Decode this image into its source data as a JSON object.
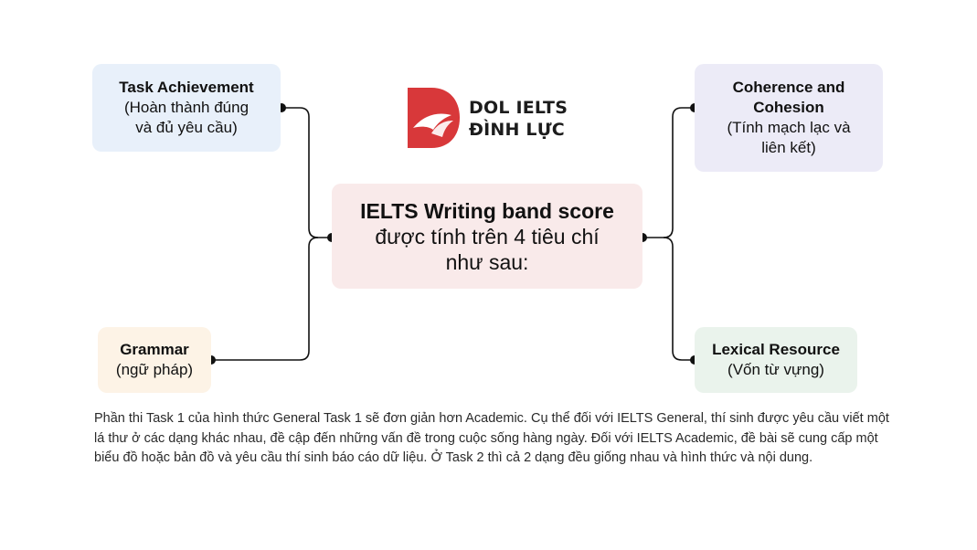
{
  "center": {
    "line1": "IELTS Writing band score",
    "line2": "được tính trên 4 tiêu chí",
    "line3": "như sau:"
  },
  "nodes": {
    "task_achievement": {
      "title": "Task Achievement",
      "sub1": "(Hoàn thành đúng",
      "sub2": "và đủ yêu cầu)"
    },
    "coherence": {
      "title1": "Coherence and",
      "title2": "Cohesion",
      "sub1": "(Tính mạch lạc và",
      "sub2": "liên kết)"
    },
    "grammar": {
      "title": "Grammar",
      "sub": "(ngữ pháp)"
    },
    "lexical": {
      "title": "Lexical Resource",
      "sub": "(Vốn từ vựng)"
    }
  },
  "logo": {
    "line1": "DOL IELTS",
    "line2": "ĐÌNH LỰC",
    "color": "#d8383a"
  },
  "caption": "Phần thi Task 1 của hình thức General Task 1 sẽ đơn giản hơn Academic. Cụ thể đối với IELTS General, thí sinh được yêu cầu viết một lá thư ở các dạng khác nhau, đề cập đến những vấn đề trong cuộc sống hàng ngày. Đối với IELTS Academic, đề bài sẽ cung cấp một biểu đồ hoặc bản đồ và yêu cầu thí sinh báo cáo dữ liệu. Ở Task 2 thì cả 2 dạng đều giống nhau và hình thức và nội dung."
}
